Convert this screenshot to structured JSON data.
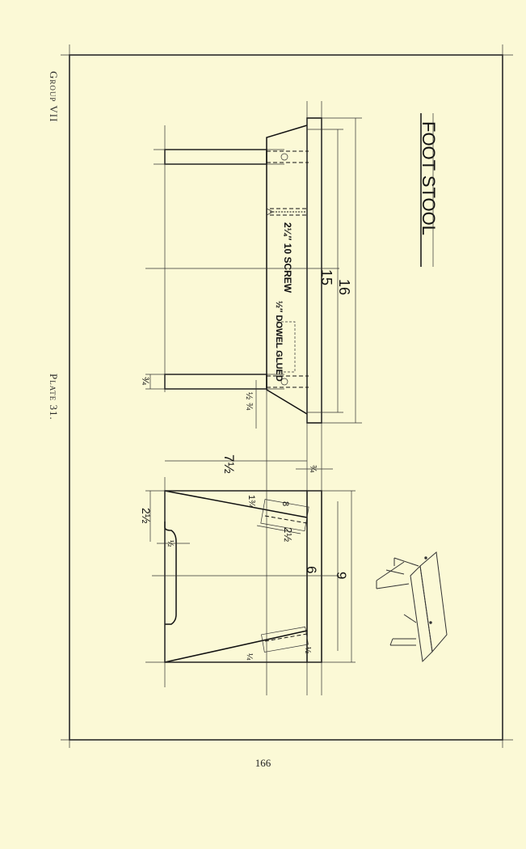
{
  "header": {
    "group_label": "Group VII",
    "plate_label": "Plate 31."
  },
  "drawing": {
    "title": "FOOT STOOL",
    "screw_note": "2¼″ 10 SCREW",
    "dowel_note": "½″ DOWEL GLUED",
    "dims": {
      "length_16": "16",
      "length_15": "15",
      "leg_3_4": "¾",
      "bevel_1_2": "½",
      "bevel_3_4": "¾",
      "height_7_1_2": "7½",
      "top_3_4": "¾",
      "cutout_2_1_2": "2½",
      "cutout_1_2": "½",
      "brace_1_3_4": "1¾",
      "brace_8": "8",
      "brace_2_1_2": "2½",
      "width_6": "6",
      "width_9": "9",
      "side_1_2": "½",
      "side_1_4": "¼"
    }
  },
  "footer": {
    "page_number": "166"
  }
}
